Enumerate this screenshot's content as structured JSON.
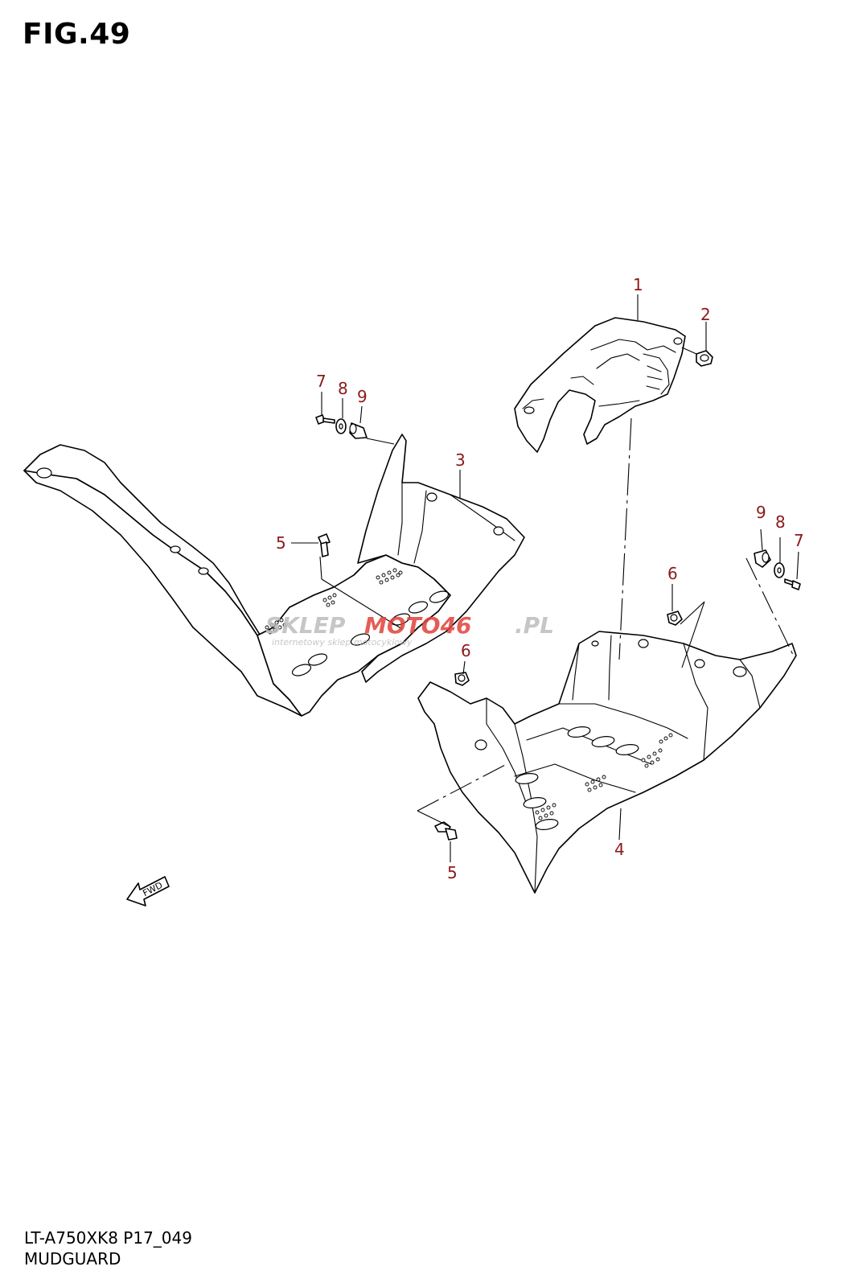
{
  "figure": {
    "title": "FIG.49",
    "model_code": "LT-A750XK8 P17_049",
    "section_name": "MUDGUARD"
  },
  "watermark": {
    "text_left": "SKLEP",
    "text_mid": "MOTO46",
    "text_right": ".PL",
    "subtitle": "internetowy sklep motocyklowy",
    "accent_color": "#e0413a",
    "muted_color": "#bdbdbd"
  },
  "fwd_label": "FWD",
  "callouts": [
    {
      "id": "1",
      "label": "1"
    },
    {
      "id": "2",
      "label": "2"
    },
    {
      "id": "3",
      "label": "3"
    },
    {
      "id": "4",
      "label": "4"
    },
    {
      "id": "5a",
      "label": "5"
    },
    {
      "id": "5b",
      "label": "5"
    },
    {
      "id": "6a",
      "label": "6"
    },
    {
      "id": "6b",
      "label": "6"
    },
    {
      "id": "7a",
      "label": "7"
    },
    {
      "id": "7b",
      "label": "7"
    },
    {
      "id": "8a",
      "label": "8"
    },
    {
      "id": "8b",
      "label": "8"
    },
    {
      "id": "9a",
      "label": "9"
    },
    {
      "id": "9b",
      "label": "9"
    }
  ],
  "callout_color": "#8b1a1a"
}
